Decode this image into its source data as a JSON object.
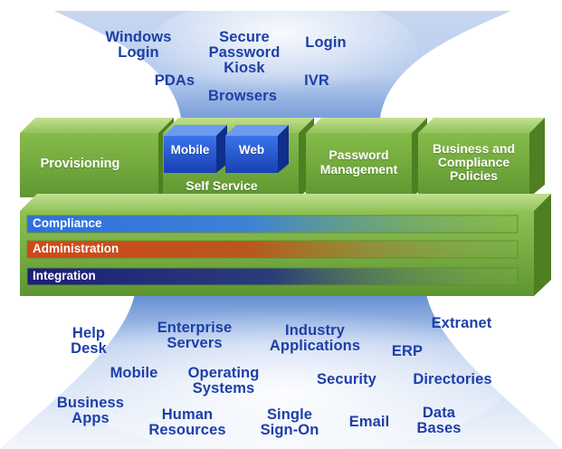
{
  "colors": {
    "funnel_top": "#2f63b5",
    "funnel_light": "#eef3fb",
    "green_front": "#74ac3c",
    "green_top": "#a5cf6d",
    "green_side": "#4e7f22",
    "mobile_web_blue": "#1f54d0",
    "label_blue": "#1d3fa8",
    "compliance_bar": "#2f6fe0",
    "administration_bar": "#d2471a",
    "integration_bar": "#1c1f7a"
  },
  "access_channels": [
    {
      "id": "windows-login",
      "label": "Windows\nLogin"
    },
    {
      "id": "secure-password-kiosk",
      "label": "Secure\nPassword\nKiosk"
    },
    {
      "id": "login",
      "label": "Login"
    },
    {
      "id": "pdas",
      "label": "PDAs"
    },
    {
      "id": "ivr",
      "label": "IVR"
    },
    {
      "id": "browsers",
      "label": "Browsers"
    }
  ],
  "blocks": {
    "provisioning": "Provisioning",
    "self_service": "Self Service",
    "mobile": "Mobile",
    "web": "Web",
    "password_management": "Password\nManagement",
    "business_compliance": "Business and\nCompliance\nPolicies"
  },
  "bars": [
    {
      "id": "compliance",
      "label": "Compliance",
      "color": "#2f6fe0"
    },
    {
      "id": "administration",
      "label": "Administration",
      "color": "#d2471a"
    },
    {
      "id": "integration",
      "label": "Integration",
      "color": "#1c1f7a"
    }
  ],
  "systems": [
    {
      "id": "help-desk",
      "label": "Help\nDesk"
    },
    {
      "id": "enterprise-servers",
      "label": "Enterprise\nServers"
    },
    {
      "id": "industry-applications",
      "label": "Industry\nApplications"
    },
    {
      "id": "extranet",
      "label": "Extranet"
    },
    {
      "id": "erp",
      "label": "ERP"
    },
    {
      "id": "mobile",
      "label": "Mobile"
    },
    {
      "id": "operating-systems",
      "label": "Operating\nSystems"
    },
    {
      "id": "security",
      "label": "Security"
    },
    {
      "id": "directories",
      "label": "Directories"
    },
    {
      "id": "business-apps",
      "label": "Business\nApps"
    },
    {
      "id": "human-resources",
      "label": "Human\nResources"
    },
    {
      "id": "single-sign-on",
      "label": "Single\nSign-On"
    },
    {
      "id": "email",
      "label": "Email"
    },
    {
      "id": "data-bases",
      "label": "Data\nBases"
    }
  ]
}
